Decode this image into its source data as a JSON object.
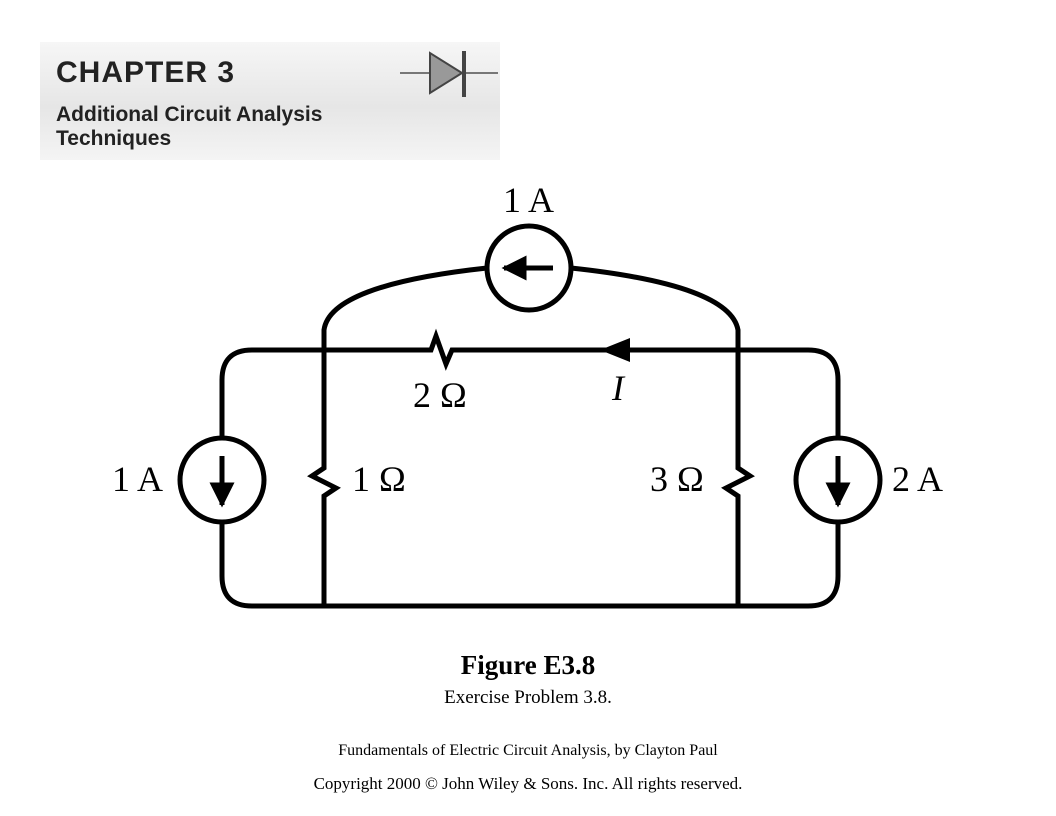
{
  "header": {
    "chapter_title": "CHAPTER 3",
    "chapter_subtitle": "Additional Circuit Analysis Techniques",
    "icon": "diode-icon"
  },
  "diagram": {
    "components": {
      "top_current_source": {
        "label": "1 A",
        "direction": "left"
      },
      "left_current_source": {
        "label": "1 A",
        "direction": "down"
      },
      "right_current_source": {
        "label": "2 A",
        "direction": "down"
      },
      "top_resistor": {
        "label": "2 Ω"
      },
      "left_resistor": {
        "label": "1 Ω"
      },
      "right_resistor": {
        "label": "3 Ω"
      },
      "current_marker": {
        "label": "I",
        "direction": "left"
      }
    }
  },
  "caption": {
    "figure_title": "Figure E3.8",
    "figure_caption": "Exercise Problem 3.8.",
    "credit": "Fundamentals of Electric Circuit Analysis, by Clayton Paul",
    "copyright": "Copyright 2000 © John Wiley & Sons. Inc. All rights reserved."
  }
}
